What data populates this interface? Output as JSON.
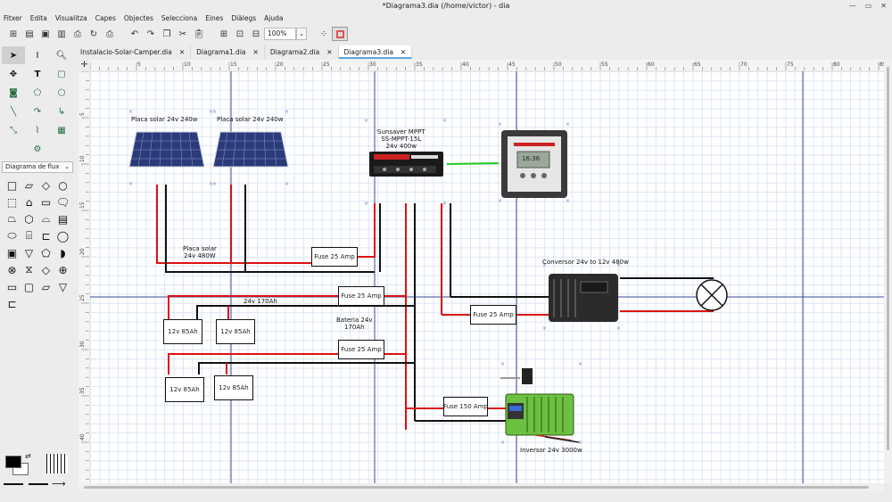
{
  "window": {
    "title": "*Diagrama3.dia (/home/victor) - dia"
  },
  "menu": [
    "Fitxer",
    "Edita",
    "Visualitza",
    "Capes",
    "Objectes",
    "Selecciona",
    "Eines",
    "Diàlegs",
    "Ajuda"
  ],
  "toolbar": {
    "zoom_value": "100%"
  },
  "tabs": [
    {
      "label": "Instalacio-Solar-Camper.dia"
    },
    {
      "label": "Diagrama1.dia"
    },
    {
      "label": "Diagrama2.dia"
    },
    {
      "label": "Diagrama3.dia",
      "active": true
    }
  ],
  "toolbox": {
    "sheet": "Diagrama de flux"
  },
  "ruler": {
    "h_ticks": [
      "5",
      "10",
      "15",
      "20",
      "25",
      "30",
      "35",
      "40",
      "45",
      "50",
      "55",
      "60",
      "65",
      "70",
      "75",
      "80",
      "85"
    ],
    "v_ticks": [
      "5",
      "10",
      "15",
      "20",
      "25",
      "30",
      "35",
      "40"
    ]
  },
  "diagram": {
    "panel1_label": "Placa solar 24v 240w",
    "panel2_label": "Placa solar 24v 240w",
    "panel_total_label": "Placa solar\n24v 480W",
    "controller_label": "Sunsaver MPPT\nSS-MPPT-15L\n24v 400w",
    "fuse_top": "Fuse 25 Amp",
    "fuse_batt1": "Fuse 25 Amp",
    "fuse_batt2": "Fuse 25 Amp",
    "fuse_conv": "Fuse 25 Amp",
    "fuse_inv": "Fuse 150 Amp",
    "battery_group_top": "24v 170Ah",
    "battery_group_label": "Bateria 24v\n170Ah",
    "batteries": [
      "12v 85Ah",
      "12v 85Ah",
      "12v 85Ah",
      "12v 85Ah"
    ],
    "converter_label": "Conversor 24v to 12v 480w",
    "inverter_label": "Inversor 24v 3000w",
    "meter_display": "16:36"
  },
  "colors": {
    "positive": "#d11",
    "negative": "#111",
    "data_link": "#2c2"
  }
}
